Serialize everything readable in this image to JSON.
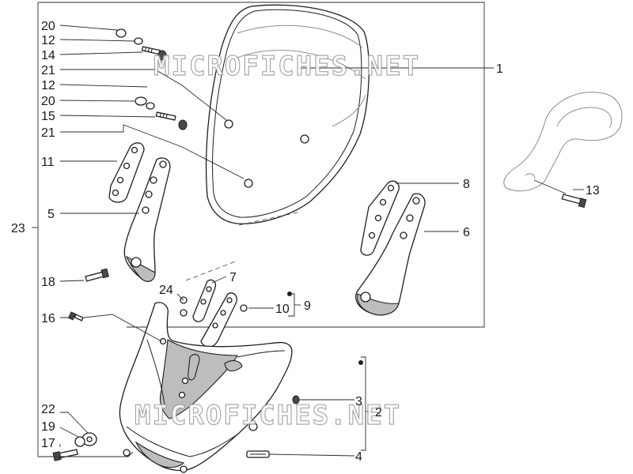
{
  "watermark": "MICROFICHES.NET",
  "callouts": {
    "n1": "1",
    "n2": "2",
    "n3": "3",
    "n4": "4",
    "n5": "5",
    "n6": "6",
    "n7": "7",
    "n8": "8",
    "n9": "9",
    "n10": "10",
    "n11": "11",
    "n12a": "12",
    "n12b": "12",
    "n13": "13",
    "n14": "14",
    "n15": "15",
    "n16": "16",
    "n17": "17",
    "n18": "18",
    "n19": "19",
    "n20a": "20",
    "n20b": "20",
    "n21a": "21",
    "n21b": "21",
    "n22": "22",
    "n23": "23",
    "n24": "24"
  },
  "colors": {
    "line": "#1e1e1e",
    "fill_shade": "#bdbdbd",
    "background": "#ffffff"
  }
}
